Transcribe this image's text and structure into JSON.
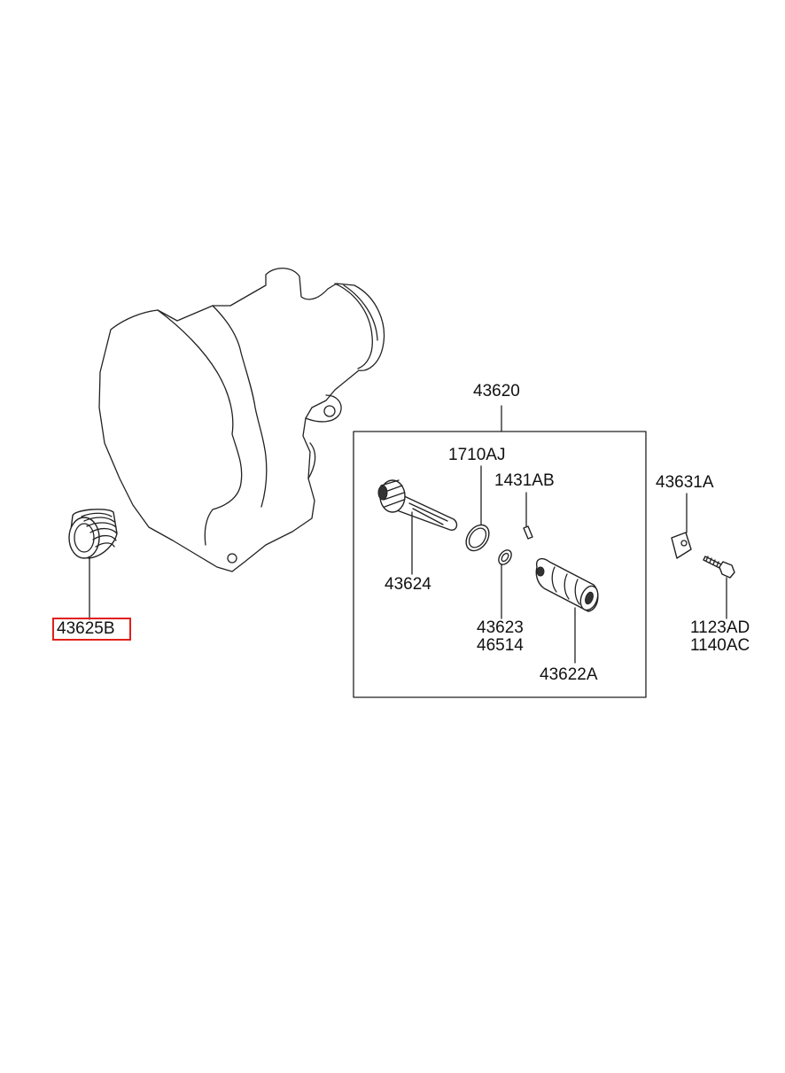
{
  "parts": {
    "assembly": "43620",
    "oring": "1710AJ",
    "pin": "1431AB",
    "bracket": "43631A",
    "driven_gear": "43624",
    "seal_a": "43623",
    "seal_b": "46514",
    "sleeve": "43622A",
    "bolt_a": "1123AD",
    "bolt_b": "1140AC",
    "plug": "43625B"
  },
  "colors": {
    "highlight": "#e0201c",
    "line": "#222222"
  }
}
